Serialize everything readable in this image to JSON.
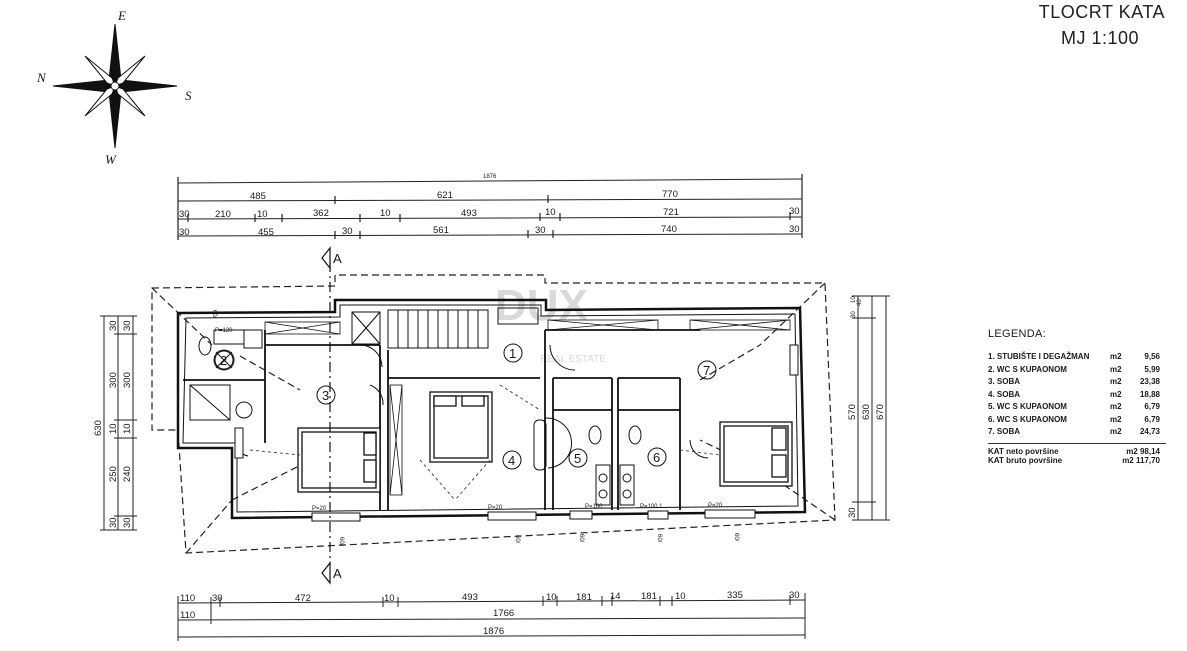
{
  "title": {
    "line1": "TLOCRT KATA",
    "line2": "MJ 1:100"
  },
  "compass": {
    "n": "N",
    "e": "E",
    "s": "S",
    "w": "W"
  },
  "section_marker": "A",
  "watermark": {
    "brand": "DUX",
    "sub": "REAL ESTATE"
  },
  "legend": {
    "heading": "LEGENDA:",
    "rows": [
      {
        "name": "1. STUBIŠTE I DEGAŽMAN",
        "unit": "m2",
        "value": "9,56"
      },
      {
        "name": "2. WC S KUPAONOM",
        "unit": "m2",
        "value": "5,99"
      },
      {
        "name": "3. SOBA",
        "unit": "m2",
        "value": "23,38"
      },
      {
        "name": "4. SOBA",
        "unit": "m2",
        "value": "18,88"
      },
      {
        "name": "5. WC S KUPAONOM",
        "unit": "m2",
        "value": "6,79"
      },
      {
        "name": "6. WC S KUPAONOM",
        "unit": "m2",
        "value": "6,79"
      },
      {
        "name": "7. SOBA",
        "unit": "m2",
        "value": "24,73"
      }
    ],
    "totals": [
      {
        "name": "KAT neto površine",
        "value": "m2 98,14"
      },
      {
        "name": "KAT bruto površine",
        "value": "m2 117,70"
      }
    ]
  },
  "rooms": [
    "1",
    "2",
    "3",
    "4",
    "5",
    "6",
    "7"
  ],
  "dims_top": {
    "total": "1876",
    "row1": [
      "485",
      "621",
      "770"
    ],
    "row2": [
      "30",
      "210",
      "10",
      "362",
      "10",
      "493",
      "10",
      "721",
      "30"
    ],
    "row3": [
      "30",
      "455",
      "30",
      "561",
      "30",
      "740",
      "30"
    ]
  },
  "dims_bottom": {
    "row1": [
      "110",
      "30",
      "472",
      "10",
      "493",
      "10",
      "181",
      "14",
      "181",
      "10",
      "335",
      "30"
    ],
    "row2": [
      "110",
      "1766"
    ],
    "total": "1876"
  },
  "dims_left": {
    "total": "630",
    "row1": [
      "30",
      "300",
      "10",
      "250",
      "30"
    ],
    "row2": [
      "30",
      "300",
      "10",
      "240",
      "30"
    ]
  },
  "dims_right": {
    "top": [
      "30",
      "40",
      "10"
    ],
    "mid": [
      "570",
      "630",
      "670"
    ],
    "bottom": "30"
  },
  "openings": {
    "p1": "P=120",
    "p2": "P=20",
    "p3": "P=20",
    "p4": "P=100",
    "p5": "P=100 1",
    "p6": "P=20",
    "w1": "60/",
    "w2": "60/",
    "w3": "60/",
    "w4": "60/",
    "w5": "60/",
    "w6": "60/"
  }
}
